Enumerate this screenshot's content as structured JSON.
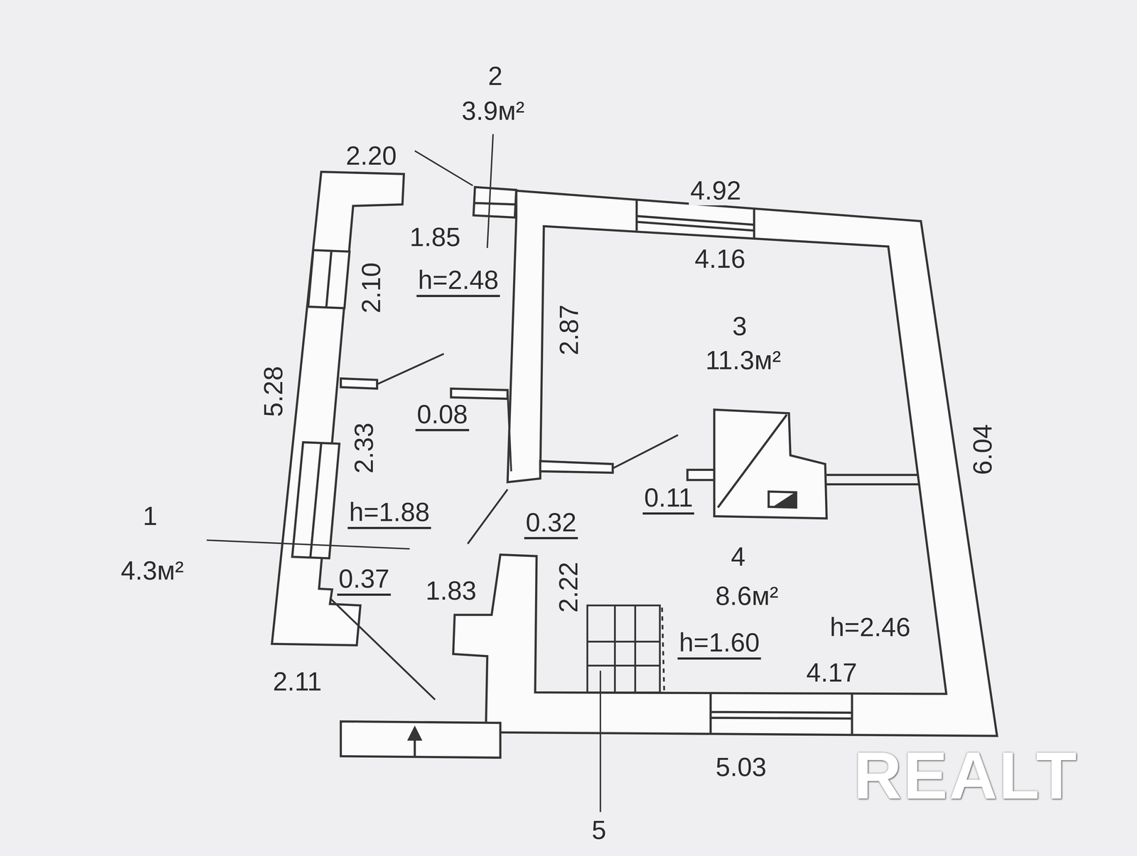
{
  "diagram": {
    "labels": [
      "2",
      "3.9м²",
      "2.20",
      "4.92",
      "1.85",
      "4.16",
      "h=2.48",
      "2.10",
      "2.87",
      "3",
      "11.3м²",
      "5.28",
      "6.04",
      "0.08",
      "2.33",
      "0.11",
      "h=1.88",
      "0.32",
      "1",
      "4.3м²",
      "4",
      "8.6м²",
      "0.37",
      "1.83",
      "2.22",
      "h=2.46",
      "h=1.60",
      "4.17",
      "2.11",
      "5.03",
      "5",
      "REALT"
    ]
  }
}
